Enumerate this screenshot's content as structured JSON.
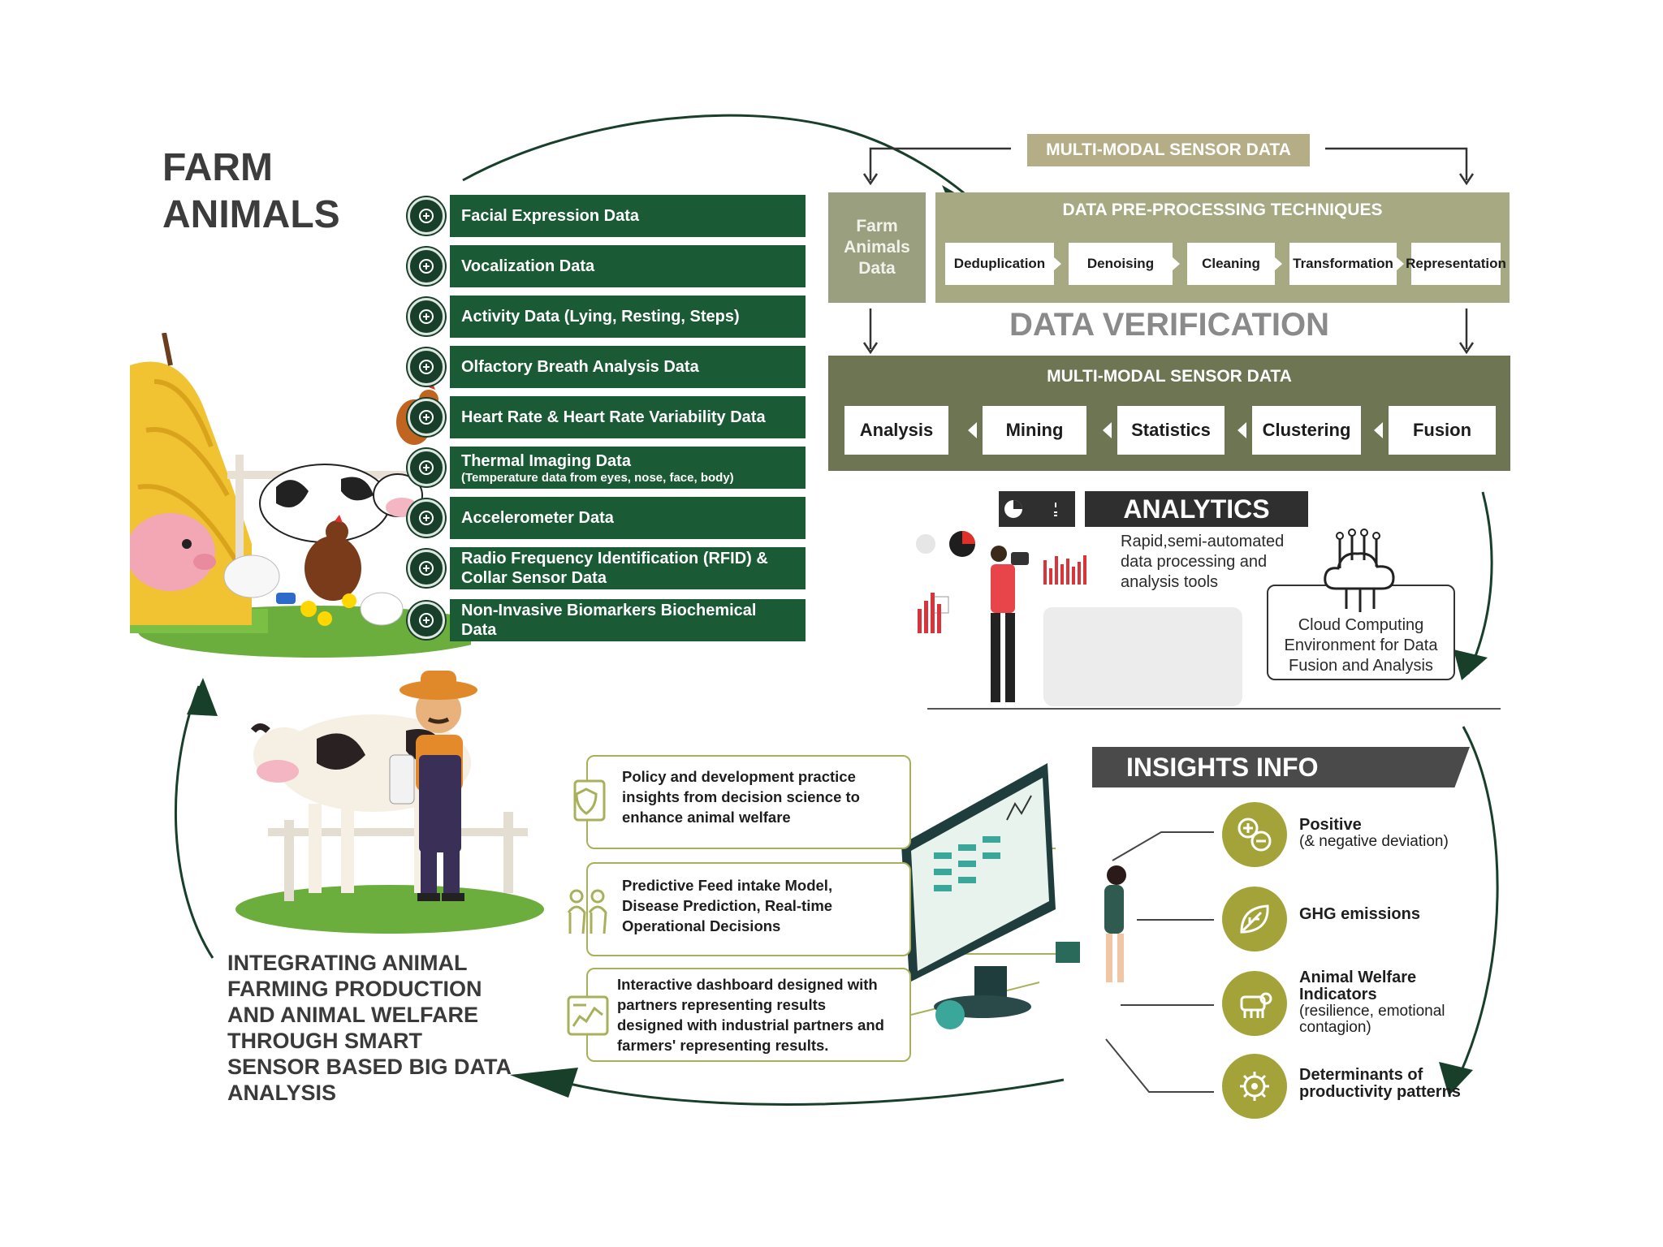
{
  "farm_title": "FARM\nANIMALS",
  "sensors": [
    {
      "label": "Facial Expression Data",
      "sub": "",
      "icon": "face-icon"
    },
    {
      "label": "Vocalization Data",
      "sub": "",
      "icon": "speaker-icon"
    },
    {
      "label": "Activity Data (Lying, Resting, Steps)",
      "sub": "",
      "icon": "activity-icon"
    },
    {
      "label": "Olfactory Breath Analysis Data",
      "sub": "",
      "icon": "breath-icon"
    },
    {
      "label": "Heart Rate & Heart Rate Variability Data",
      "sub": "",
      "icon": "heart-icon"
    },
    {
      "label": "Thermal Imaging Data",
      "sub": "(Temperature data from eyes, nose, face, body)",
      "icon": "thermometer-icon"
    },
    {
      "label": "Accelerometer Data",
      "sub": "",
      "icon": "accelerometer-icon"
    },
    {
      "label": "Radio Frequency Identification (RFID) &",
      "sub": "Collar Sensor Data",
      "icon": "rfid-icon"
    },
    {
      "label": "Non-Invasive Biomarkers Biochemical Data",
      "sub": "",
      "icon": "biomarker-icon"
    }
  ],
  "preprocessing": {
    "top_label": "MULTI-MODAL SENSOR DATA",
    "source": "Farm\nAnimals\nData",
    "title": "DATA PRE-PROCESSING TECHNIQUES",
    "steps": [
      "Deduplication",
      "Denoising",
      "Cleaning",
      "Transformation",
      "Representation"
    ]
  },
  "verification": "DATA VERIFICATION",
  "analysis_block": {
    "title": "MULTI-MODAL SENSOR DATA",
    "steps": [
      "Analysis",
      "Mining",
      "Statistics",
      "Clustering",
      "Fusion"
    ]
  },
  "analytics": {
    "title": "ANALYTICS",
    "text": "Rapid,semi-automated data processing and analysis tools",
    "cloud_text": "Cloud Computing Environment for Data Fusion and Analysis"
  },
  "insights": {
    "title": "INSIGHTS INFO",
    "items": [
      {
        "title": "Positive",
        "detail": "(& negative deviation)",
        "icon": "plus-minus-icon"
      },
      {
        "title": "GHG emissions",
        "detail": "",
        "icon": "leaf-icon"
      },
      {
        "title": "Animal Welfare Indicators",
        "detail": "(resilience, emotional contagion)",
        "icon": "cow-icon"
      },
      {
        "title": "Determinants of productivity patterns",
        "detail": "",
        "icon": "gear-icon"
      }
    ]
  },
  "policies": [
    {
      "text": "Policy and development practice insights from decision science to enhance animal welfare",
      "icon": "shield-doc-icon"
    },
    {
      "text": "Predictive Feed intake Model, Disease Prediction, Real-time Operational Decisions",
      "icon": "people-icon"
    },
    {
      "text": "Interactive dashboard designed with partners representing results designed with industrial partners and farmers' representing results.",
      "icon": "dashboard-icon"
    }
  ],
  "integrating": "INTEGRATING ANIMAL FARMING PRODUCTION AND ANIMAL WELFARE THROUGH SMART SENSOR BASED BIG DATA ANALYSIS",
  "colors": {
    "sensor_green": "#1a5a35",
    "khaki": "#a6a982",
    "olive_dark": "#6d7553",
    "insight_olive": "#a3a33a",
    "arrow_green": "#173f2a"
  }
}
